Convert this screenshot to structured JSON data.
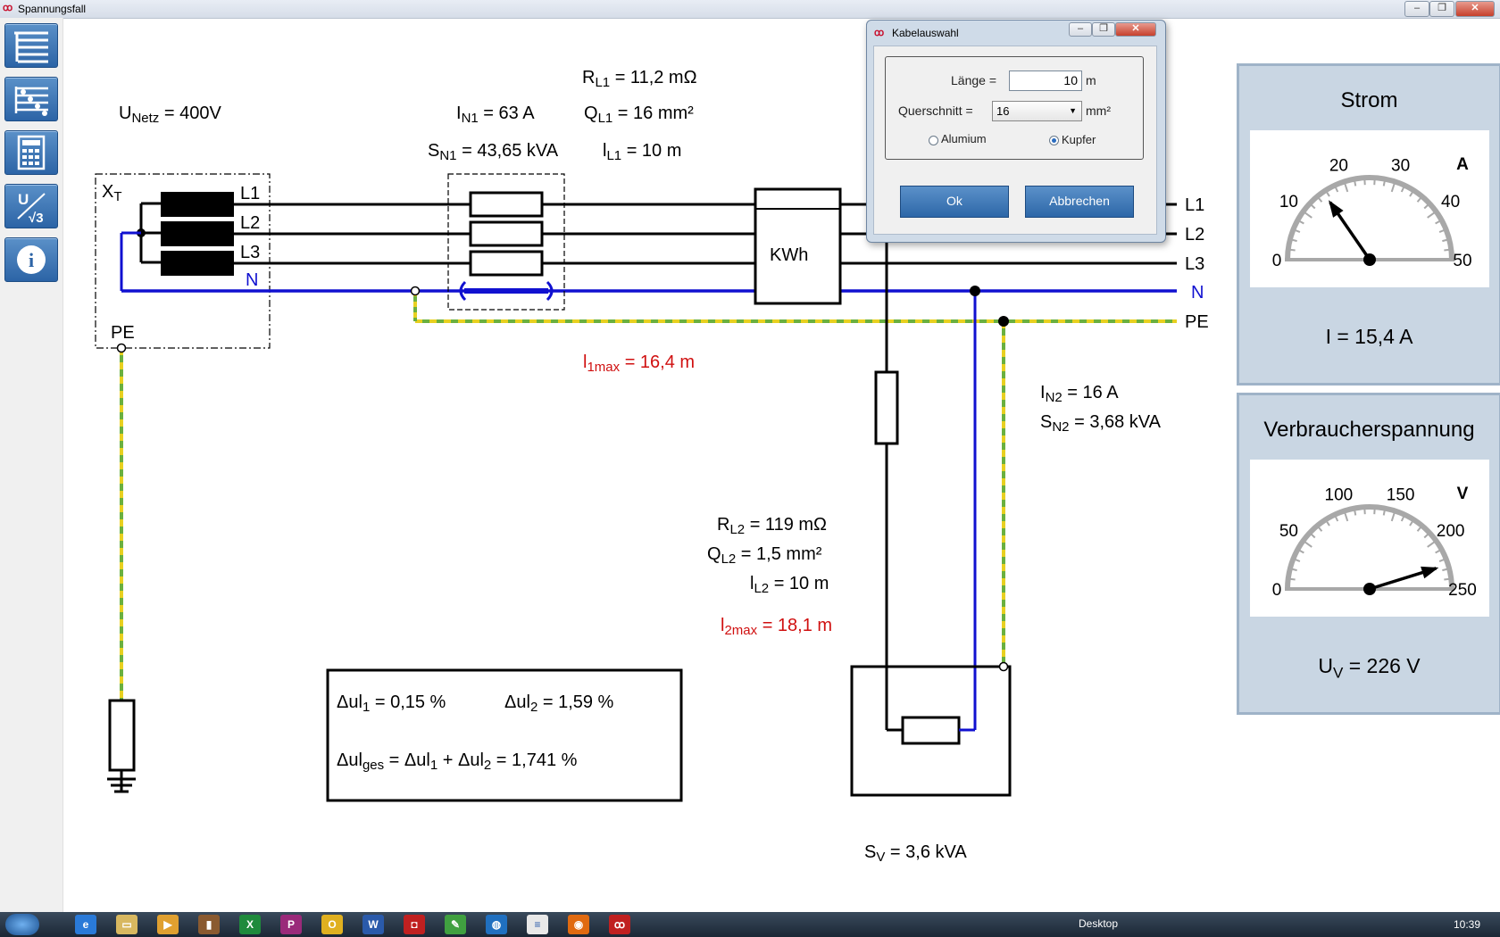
{
  "window": {
    "title": "Spannungsfall"
  },
  "toolbar": {
    "buttons": [
      "list-icon",
      "scatter-list-icon",
      "calculator-icon",
      "voltage-sqrt3-icon",
      "info-icon"
    ],
    "sqrt_label": "U",
    "sqrt_den": "√3",
    "info_label": "i"
  },
  "diagram": {
    "u_netz_sym": "U",
    "u_netz_sub": "Netz",
    "u_netz_val": " = 400V",
    "xt_sym": "X",
    "xt_sub": "T",
    "phase_labels": [
      "L1",
      "L2",
      "L3",
      "N",
      "PE"
    ],
    "r_l1_sym": "R",
    "r_l1_sub": "L1",
    "r_l1_val": " = 11,2 mΩ",
    "i_n1_sym": "I",
    "i_n1_sub": "N1",
    "i_n1_val": " = 63 A",
    "q_l1_sym": "Q",
    "q_l1_sub": "L1",
    "q_l1_val": " = 16 mm²",
    "s_n1_sym": "S",
    "s_n1_sub": "N1",
    "s_n1_val": " = 43,65 kVA",
    "l_l1_sym": "l",
    "l_l1_sub": "L1",
    "l_l1_val": " = 10 m",
    "l1max_sym": "l",
    "l1max_sub": "1max",
    "l1max_val": " = 16,4 m",
    "kwh": "KWh",
    "i_n2_sym": "I",
    "i_n2_sub": "N2",
    "i_n2_val": " = 16 A",
    "s_n2_sym": "S",
    "s_n2_sub": "N2",
    "s_n2_val": " = 3,68 kVA",
    "r_l2_sym": "R",
    "r_l2_sub": "L2",
    "r_l2_val": " = 119 mΩ",
    "q_l2_sym": "Q",
    "q_l2_sub": "L2",
    "q_l2_val": " = 1,5 mm²",
    "l_l2_sym": "l",
    "l_l2_sub": "L2",
    "l_l2_val": " = 10 m",
    "l2max_sym": "l",
    "l2max_sub": "2max",
    "l2max_val": " = 18,1 m",
    "sv_sym": "S",
    "sv_sub": "V",
    "sv_val": " = 3,6 kVA",
    "du1_sym": "Δul",
    "du1_sub": "1",
    "du1_val": " = 0,15 %",
    "du2_sym": "Δul",
    "du2_sub": "2",
    "du2_val": " = 1,59 %",
    "duges_a": "Δul",
    "duges_a_sub": "ges",
    "duges_b": " = Δul",
    "duges_b_sub": "1",
    "duges_c": " + Δul",
    "duges_c_sub": "2",
    "duges_d": " = 1,741 %"
  },
  "strom": {
    "title": "Strom",
    "unit": "A",
    "ticks": [
      "0",
      "10",
      "20",
      "30",
      "40",
      "50"
    ],
    "readout": "I = 15,4 A",
    "value": 15.4,
    "max": 50
  },
  "spannung": {
    "title": "Verbraucherspannung",
    "unit": "V",
    "ticks": [
      "0",
      "50",
      "100",
      "150",
      "200",
      "250"
    ],
    "readout_sym": "U",
    "readout_sub": "V",
    "readout_val": " = 226 V",
    "value": 226,
    "max": 250
  },
  "dialog": {
    "title": "Kabelauswahl",
    "laenge_label": "Länge =",
    "laenge_value": "10",
    "laenge_unit": "m",
    "querschnitt_label": "Querschnitt =",
    "querschnitt_value": "16",
    "querschnitt_unit": "mm²",
    "radio_alu": "Alumium",
    "radio_cu": "Kupfer",
    "selected": "Kupfer",
    "ok": "Ok",
    "cancel": "Abbrechen"
  },
  "taskbar": {
    "desktop": "Desktop",
    "clock": "10:39"
  },
  "colors": {
    "accent": "#2c64a6",
    "neutral": "#1010d0",
    "pe_green": "#6ab040",
    "pe_yellow": "#e8d020",
    "red": "#d01010",
    "panel": "#c9d6e3"
  }
}
